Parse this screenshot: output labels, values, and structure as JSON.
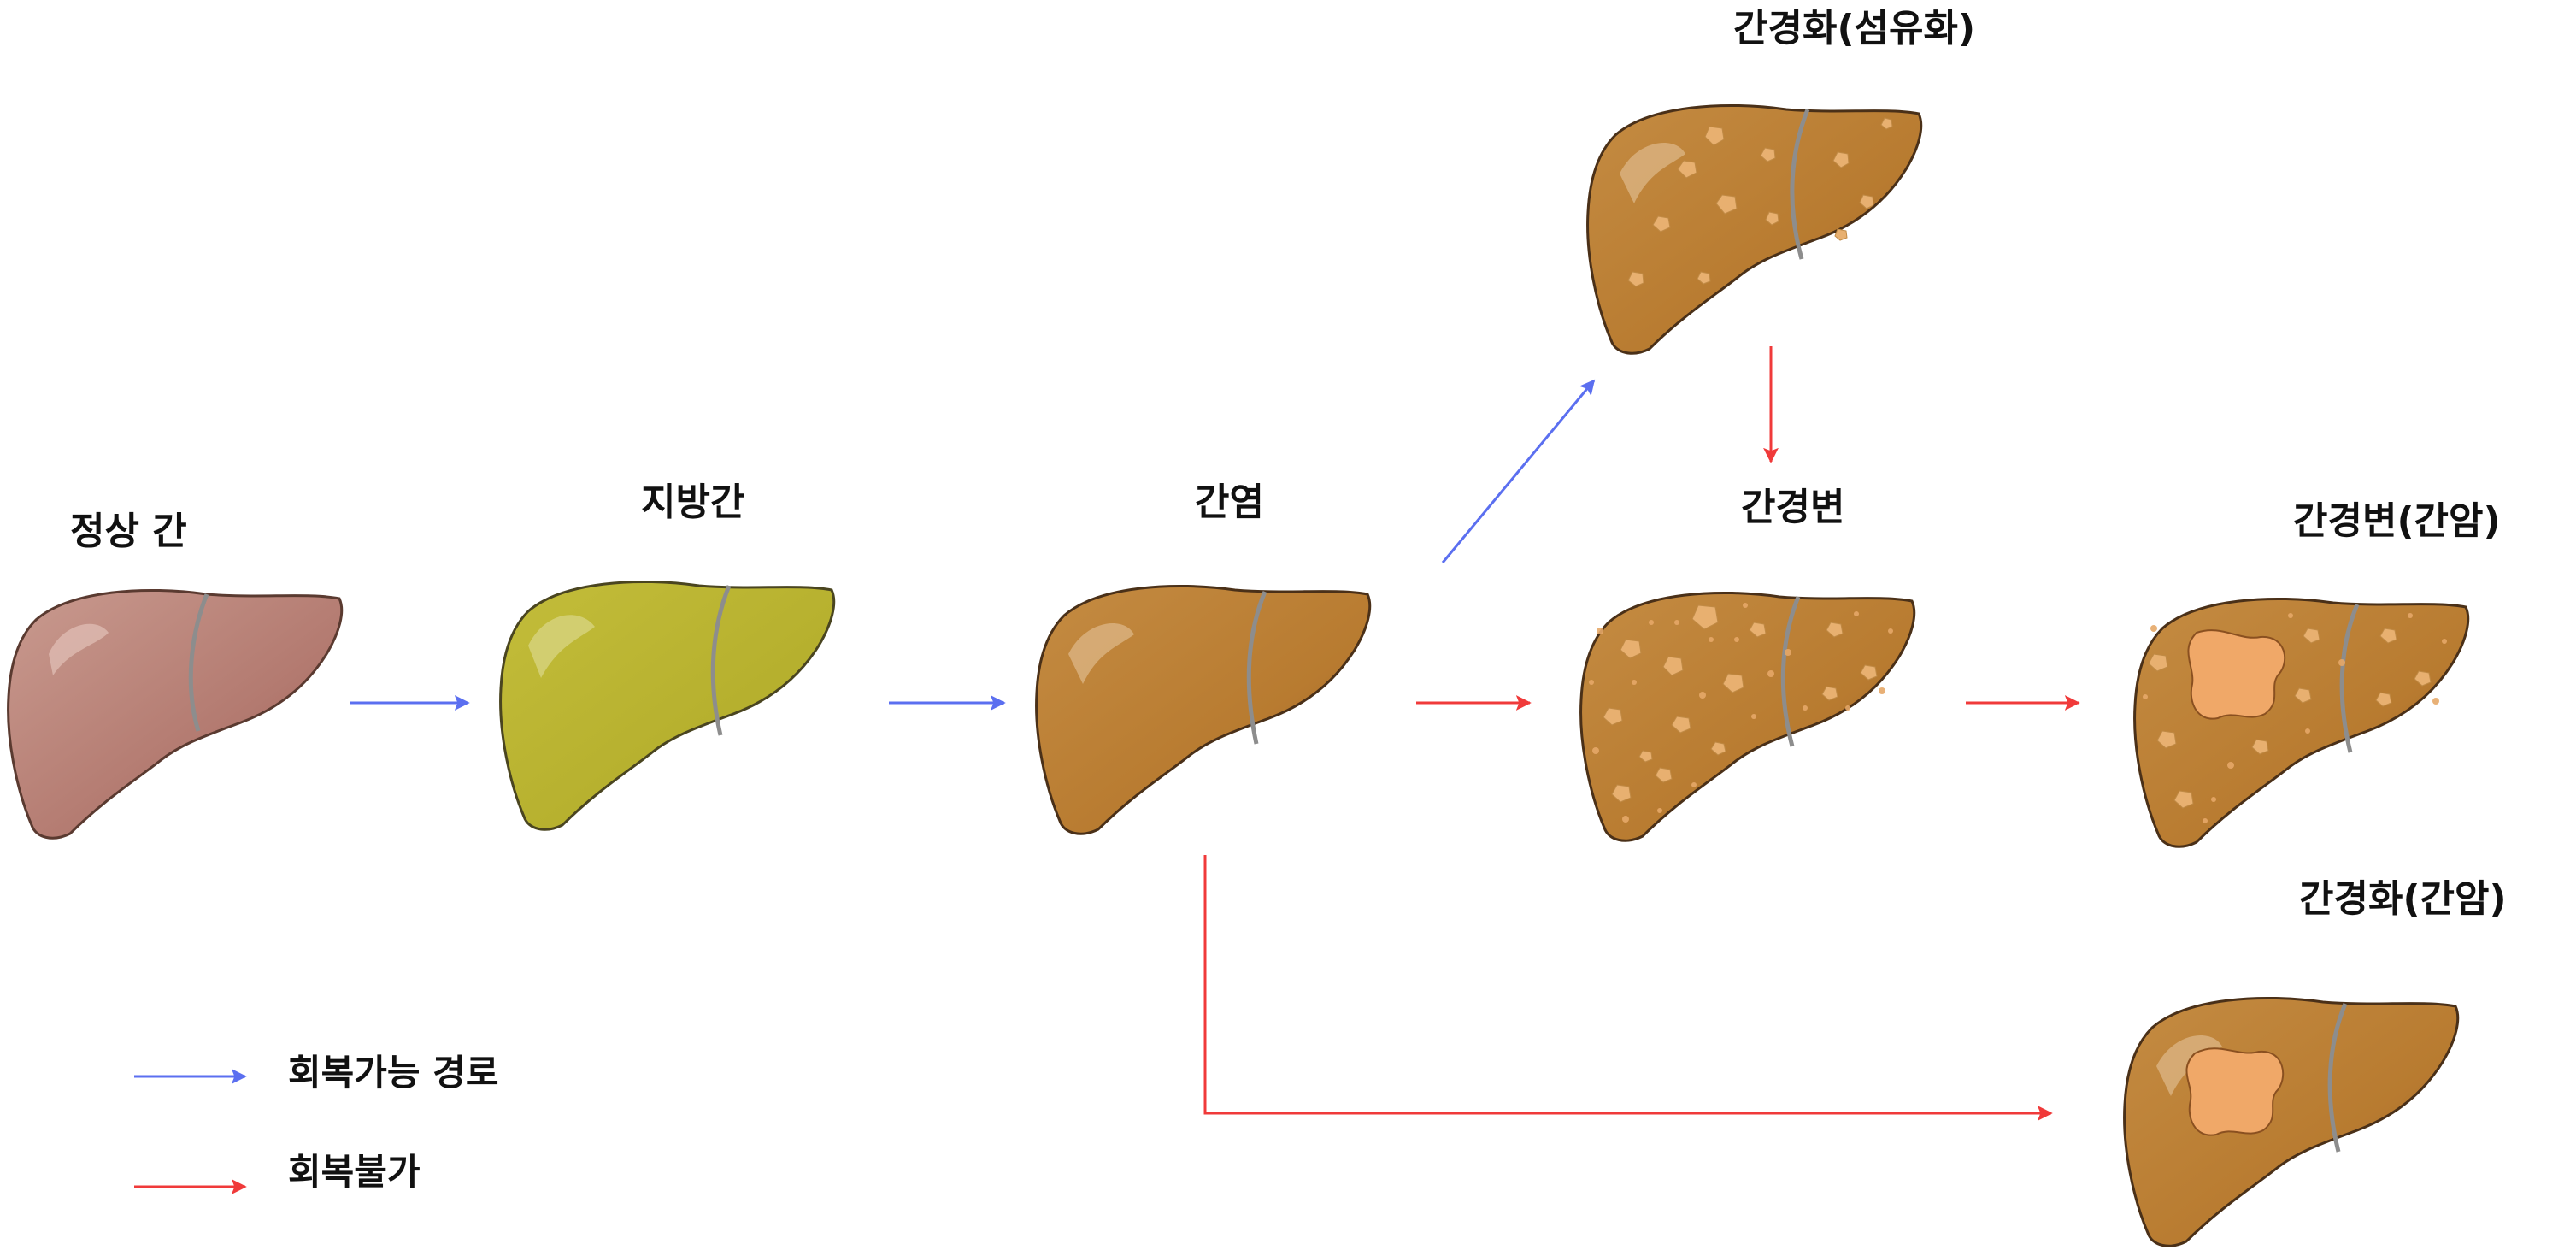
{
  "stages": {
    "normal": "정상 간",
    "fatty": "지방간",
    "hepatitis": "간염",
    "fibrosis": "간경화(섬유화)",
    "cirrhosis": "간경변",
    "cirrhosis_cancer": "간경변(간암)",
    "fibrosis_cancer": "간경화(간암)"
  },
  "legend": {
    "reversible": "회복가능 경로",
    "irreversible": "회복불가"
  },
  "colors": {
    "reversible": "#5b6ff0",
    "irreversible": "#f03a3a",
    "normal_liver": "#b57a70",
    "fatty_liver": "#b8b32e",
    "hepatitis_liver": "#bc7f35",
    "nodule": "#e8b070"
  }
}
